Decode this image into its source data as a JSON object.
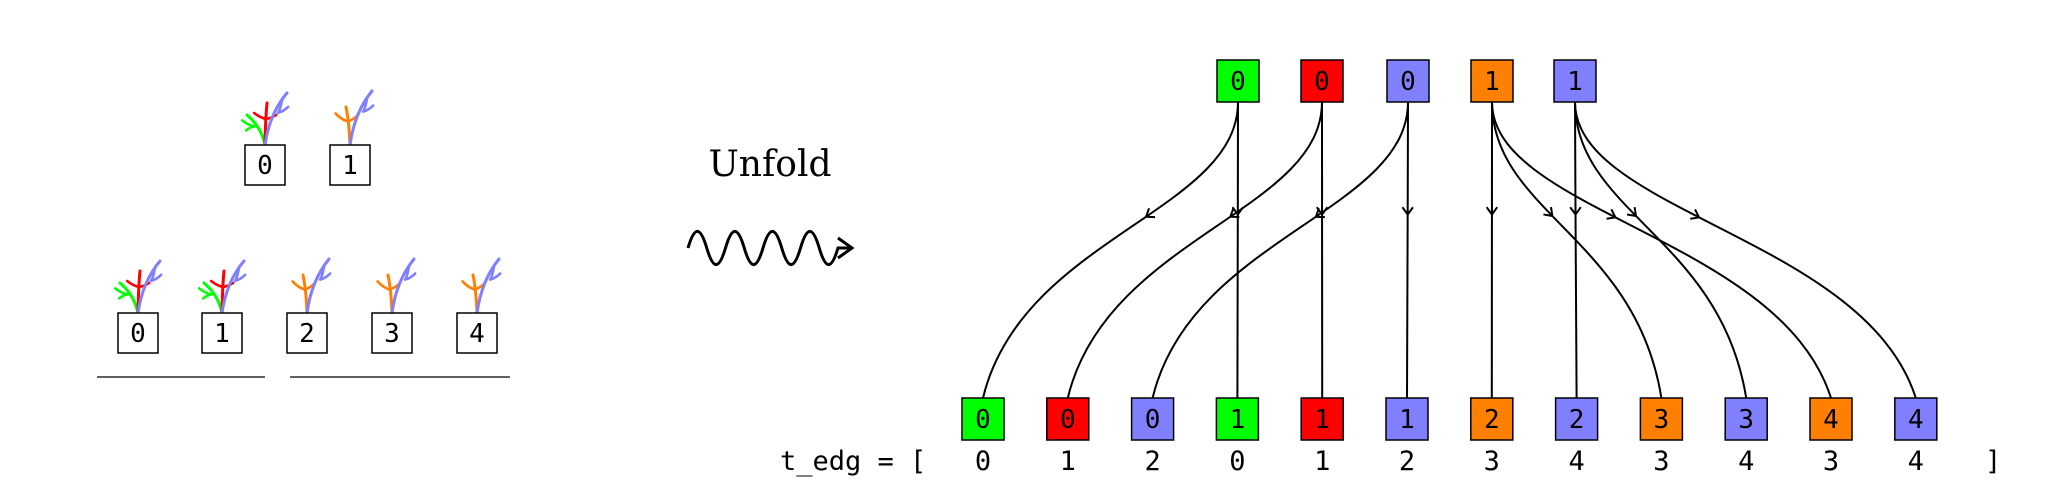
{
  "unfold_label": "Unfold",
  "colors": {
    "green": "#00ff00",
    "red": "#ff0000",
    "blue": "#8080ff",
    "orange": "#ff8000",
    "box_stroke": "#000000"
  },
  "left_panel": {
    "top_row": [
      {
        "label": "0",
        "sprouts": [
          "green",
          "red",
          "blue"
        ]
      },
      {
        "label": "1",
        "sprouts": [
          "orange",
          "blue"
        ]
      }
    ],
    "bottom_row": [
      {
        "label": "0",
        "sprouts": [
          "green",
          "red",
          "blue"
        ],
        "group": 0
      },
      {
        "label": "1",
        "sprouts": [
          "green",
          "red",
          "blue"
        ],
        "group": 0
      },
      {
        "label": "2",
        "sprouts": [
          "orange",
          "blue"
        ],
        "group": 1
      },
      {
        "label": "3",
        "sprouts": [
          "orange",
          "blue"
        ],
        "group": 1
      },
      {
        "label": "4",
        "sprouts": [
          "orange",
          "blue"
        ],
        "group": 1
      }
    ]
  },
  "right_panel": {
    "top_nodes": [
      {
        "label": "0",
        "color": "green"
      },
      {
        "label": "0",
        "color": "red"
      },
      {
        "label": "0",
        "color": "blue"
      },
      {
        "label": "1",
        "color": "orange"
      },
      {
        "label": "1",
        "color": "blue"
      }
    ],
    "bottom_nodes": [
      {
        "label": "0",
        "color": "green"
      },
      {
        "label": "0",
        "color": "red"
      },
      {
        "label": "0",
        "color": "blue"
      },
      {
        "label": "1",
        "color": "green"
      },
      {
        "label": "1",
        "color": "red"
      },
      {
        "label": "1",
        "color": "blue"
      },
      {
        "label": "2",
        "color": "orange"
      },
      {
        "label": "2",
        "color": "blue"
      },
      {
        "label": "3",
        "color": "orange"
      },
      {
        "label": "3",
        "color": "blue"
      },
      {
        "label": "4",
        "color": "orange"
      },
      {
        "label": "4",
        "color": "blue"
      }
    ],
    "edges": [
      [
        0,
        0
      ],
      [
        0,
        3
      ],
      [
        1,
        1
      ],
      [
        1,
        4
      ],
      [
        2,
        2
      ],
      [
        2,
        5
      ],
      [
        3,
        6
      ],
      [
        3,
        8
      ],
      [
        3,
        10
      ],
      [
        4,
        7
      ],
      [
        4,
        9
      ],
      [
        4,
        11
      ]
    ],
    "array_prefix": "t_edg = [",
    "array_values": [
      "0",
      "1",
      "2",
      "0",
      "1",
      "2",
      "3",
      "4",
      "3",
      "4",
      "3",
      "4"
    ],
    "array_suffix": "]"
  }
}
